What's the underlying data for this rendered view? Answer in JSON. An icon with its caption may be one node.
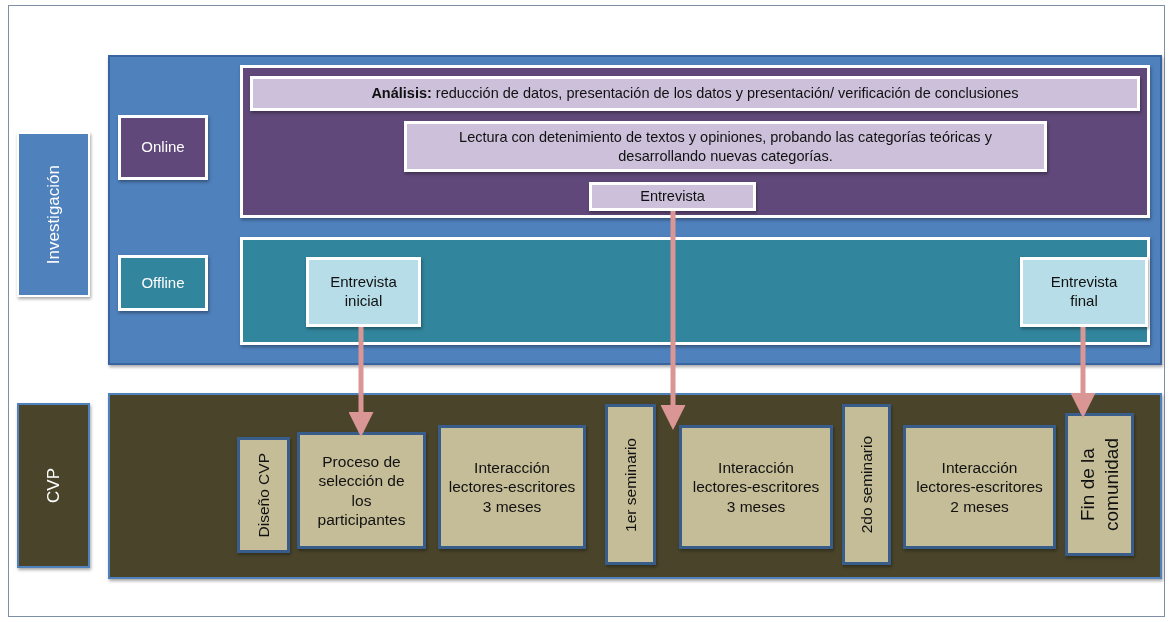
{
  "diagram": {
    "nodes": [
      {
        "text": [
          "Investigación"
        ]
      },
      {
        "text": [],
        "shape": "box"
      },
      {
        "text": [
          "Online"
        ],
        "in": 1
      },
      {
        "text": [],
        "shape": "box",
        "in": 1
      },
      {
        "text": [
          "**Análisis:** reducción de datos, presentación de los datos y  presentación/ verificación de conclusiones"
        ],
        "in": 3
      },
      {
        "text": [
          "Lectura con detenimiento de textos y opiniones, probando las categorías teóricas y desarrollando nuevas categorías."
        ],
        "in": 3
      },
      {
        "text": [
          "Entrevista"
        ],
        "in": 3
      },
      {
        "text": [
          "Offline"
        ],
        "in": 1
      },
      {
        "text": [],
        "shape": "box",
        "in": 1
      },
      {
        "text": [
          "Entrevista inicial"
        ],
        "in": 8
      },
      {
        "text": [
          "Entrevista final"
        ],
        "in": 8
      },
      {
        "text": [
          "CVP"
        ]
      },
      {
        "text": [],
        "shape": "box"
      },
      {
        "text": [
          "Diseño CVP"
        ],
        "in": 12
      },
      {
        "text": [
          "Proceso de selección de los participantes"
        ],
        "in": 12
      },
      {
        "text": [
          "Interacción lectores-escritores 3 meses"
        ],
        "in": 12
      },
      {
        "text": [
          "1er  seminario"
        ],
        "in": 12
      },
      {
        "text": [
          "Interacción lectores-escritores 3 meses"
        ],
        "in": 12
      },
      {
        "text": [
          "2do  seminario"
        ],
        "in": 12
      },
      {
        "text": [
          "Interacción lectores-escritores 2 meses"
        ],
        "in": 12
      },
      {
        "text": [
          "Fin de la comunidad"
        ],
        "in": 12
      }
    ],
    "edges": [
      {
        "from": 9,
        "to": 14,
        "arrow": "to"
      },
      {
        "from": 6,
        "to": 17,
        "arrow": "to"
      },
      {
        "from": 10,
        "to": 20,
        "arrow": "to"
      }
    ]
  }
}
